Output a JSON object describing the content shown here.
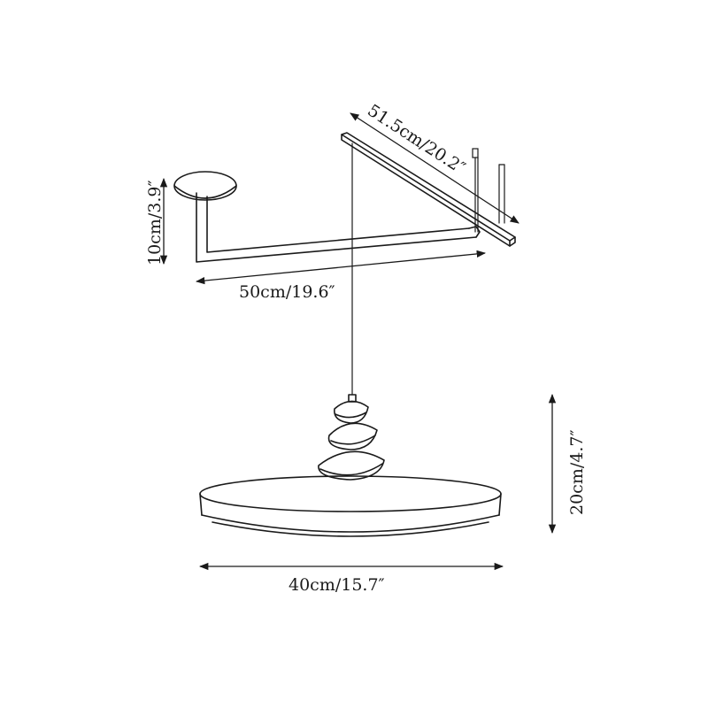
{
  "dimensions": {
    "arm_length": "50cm/19.6″",
    "rail_length": "51.5cm/20.2″",
    "canopy_height": "10cm/3.9″",
    "shade_height": "20cm/4.7″",
    "shade_diameter": "40cm/15.7″"
  }
}
